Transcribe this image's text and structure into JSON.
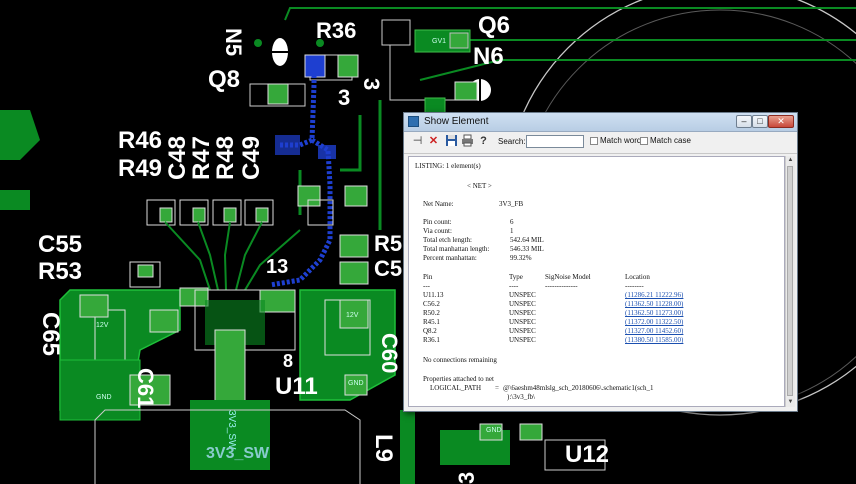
{
  "colors": {
    "trace_green": "#0a8a22",
    "pad_green": "#35a83a",
    "net_blue": "#1e3fd0",
    "silk_white": "#ffffff",
    "background": "#000000"
  },
  "pcb": {
    "ref_labels": [
      "N5",
      "R36",
      "Q6",
      "N6",
      "Q8",
      "3",
      "3",
      "R46",
      "C48",
      "R47",
      "R48",
      "C49",
      "R49",
      "C55",
      "R53",
      "C65",
      "R5",
      "C5",
      "13",
      "8",
      "U11",
      "C61",
      "C60",
      "L9",
      "U12",
      "3"
    ],
    "net_labels": {
      "q6_pin": "GV1",
      "label_12v_a": "12V",
      "label_12v_b": "12V",
      "label_gnd_a": "GND",
      "label_gnd_b": "GND",
      "label_gnd_c": "GND",
      "sw_rot": "3V3_SW",
      "sw_bottom": "3V3_SW"
    }
  },
  "window": {
    "title": "Show Element",
    "buttons": {
      "minimize": "–",
      "maximize": "□",
      "close": "✕"
    },
    "toolbar": {
      "search_label": "Search:",
      "search_value": "",
      "match_word": "Match word",
      "match_case": "Match case"
    },
    "listing": {
      "header": "LISTING: 1 element(s)",
      "section": "< NET >",
      "net_name_label": "Net Name:",
      "net_name": "3V3_FB",
      "stats": [
        {
          "label": "Pin count:",
          "value": "6"
        },
        {
          "label": "Via count:",
          "value": "1"
        },
        {
          "label": "Total etch length:",
          "value": "542.64 MIL"
        },
        {
          "label": "Total manhattan length:",
          "value": "546.33 MIL"
        },
        {
          "label": "Percent manhattan:",
          "value": "99.32%"
        }
      ],
      "columns": [
        "Pin",
        "Type",
        "SigNoise Model",
        "Location"
      ],
      "separators": [
        "---",
        "----",
        "--------------",
        "--------"
      ],
      "pins": [
        {
          "pin": "U11.13",
          "type": "UNSPEC",
          "location": "(11286.21 11222.96)"
        },
        {
          "pin": "C56.2",
          "type": "UNSPEC",
          "location": "(11362.50 11228.00)"
        },
        {
          "pin": "R50.2",
          "type": "UNSPEC",
          "location": "(11362.50 11273.00)"
        },
        {
          "pin": "R45.1",
          "type": "UNSPEC",
          "location": "(11372.00 11322.50)"
        },
        {
          "pin": "Q8.2",
          "type": "UNSPEC",
          "location": "(11327.00 11452.60)"
        },
        {
          "pin": "R36.1",
          "type": "UNSPEC",
          "location": "(11380.50 11585.00)"
        }
      ],
      "no_connections": "No connections remaining",
      "props_header": "Properties attached to net",
      "logical_path_label": "LOGICAL_PATH",
      "logical_path_eq": "=",
      "logical_path_value": "@\\6aeshm48mlslg_sch_20180606\\.schematic1(sch_1",
      "logical_path_cont": "):\\3v3_fb\\"
    }
  }
}
